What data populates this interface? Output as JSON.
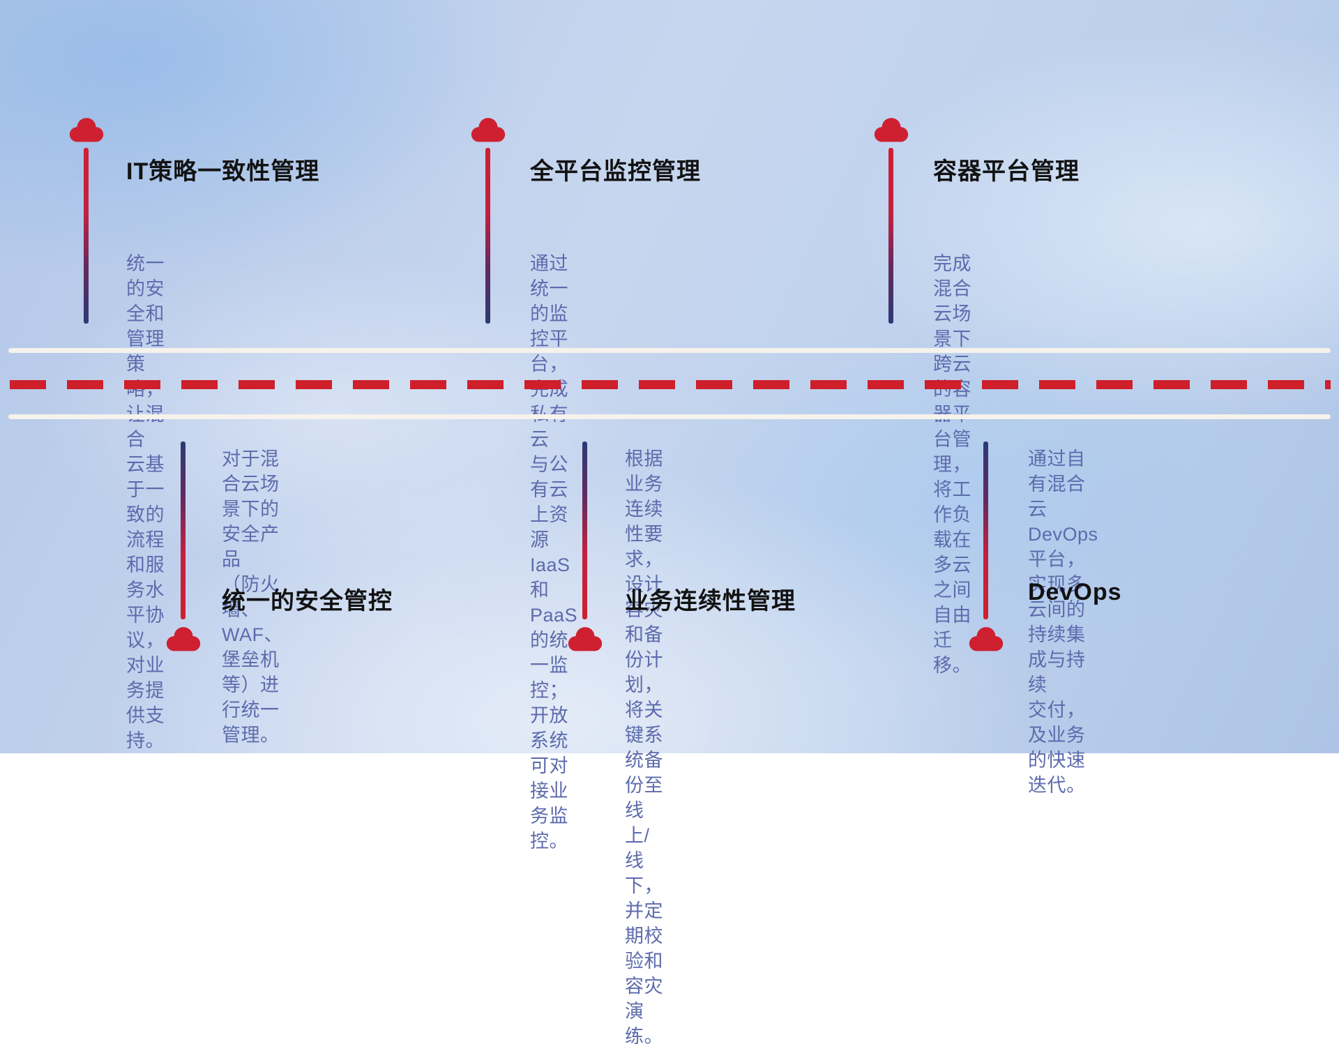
{
  "top_items": [
    {
      "title": "IT策略一致性管理",
      "description": "统一的安全和管理策略，让混合\n云基于一致的流程和服务水平协\n议，对业务提供支持。"
    },
    {
      "title": "全平台监控管理",
      "description": "通过统一的监控平台，完成私有云\n与公有云上资源IaaS和PaaS的统\n一监控；开放系统可对接业务监控。"
    },
    {
      "title": "容器平台管理",
      "description": "完成混合云场景下跨云的容器平\n台管理，将工作负载在多云之间\n自由迁移。"
    }
  ],
  "bottom_items": [
    {
      "title": "统一的安全管控",
      "description": "对于混合云场景下的安全产品\n（防火墙、WAF、堡垒机等）进\n行统一管理。"
    },
    {
      "title": "业务连续性管理",
      "description": "根据业务连续性要求，设计容灾\n和备份计划，将关键系统备份至\n线上/线下，并定期校验和容灾\n演练。"
    },
    {
      "title": "DevOps",
      "description": "通过自有混合云DevOps平台，\n实现多云间的持续集成与持续\n交付，及业务的快速迭代。"
    }
  ],
  "colors": {
    "cloud_red": "#ce2030",
    "dash_red": "#ce1f2b",
    "line_navy": "#2c3a74",
    "title_text": "#121212",
    "description_text": "#5d6bac",
    "road_edge": "#f6f2ec"
  }
}
